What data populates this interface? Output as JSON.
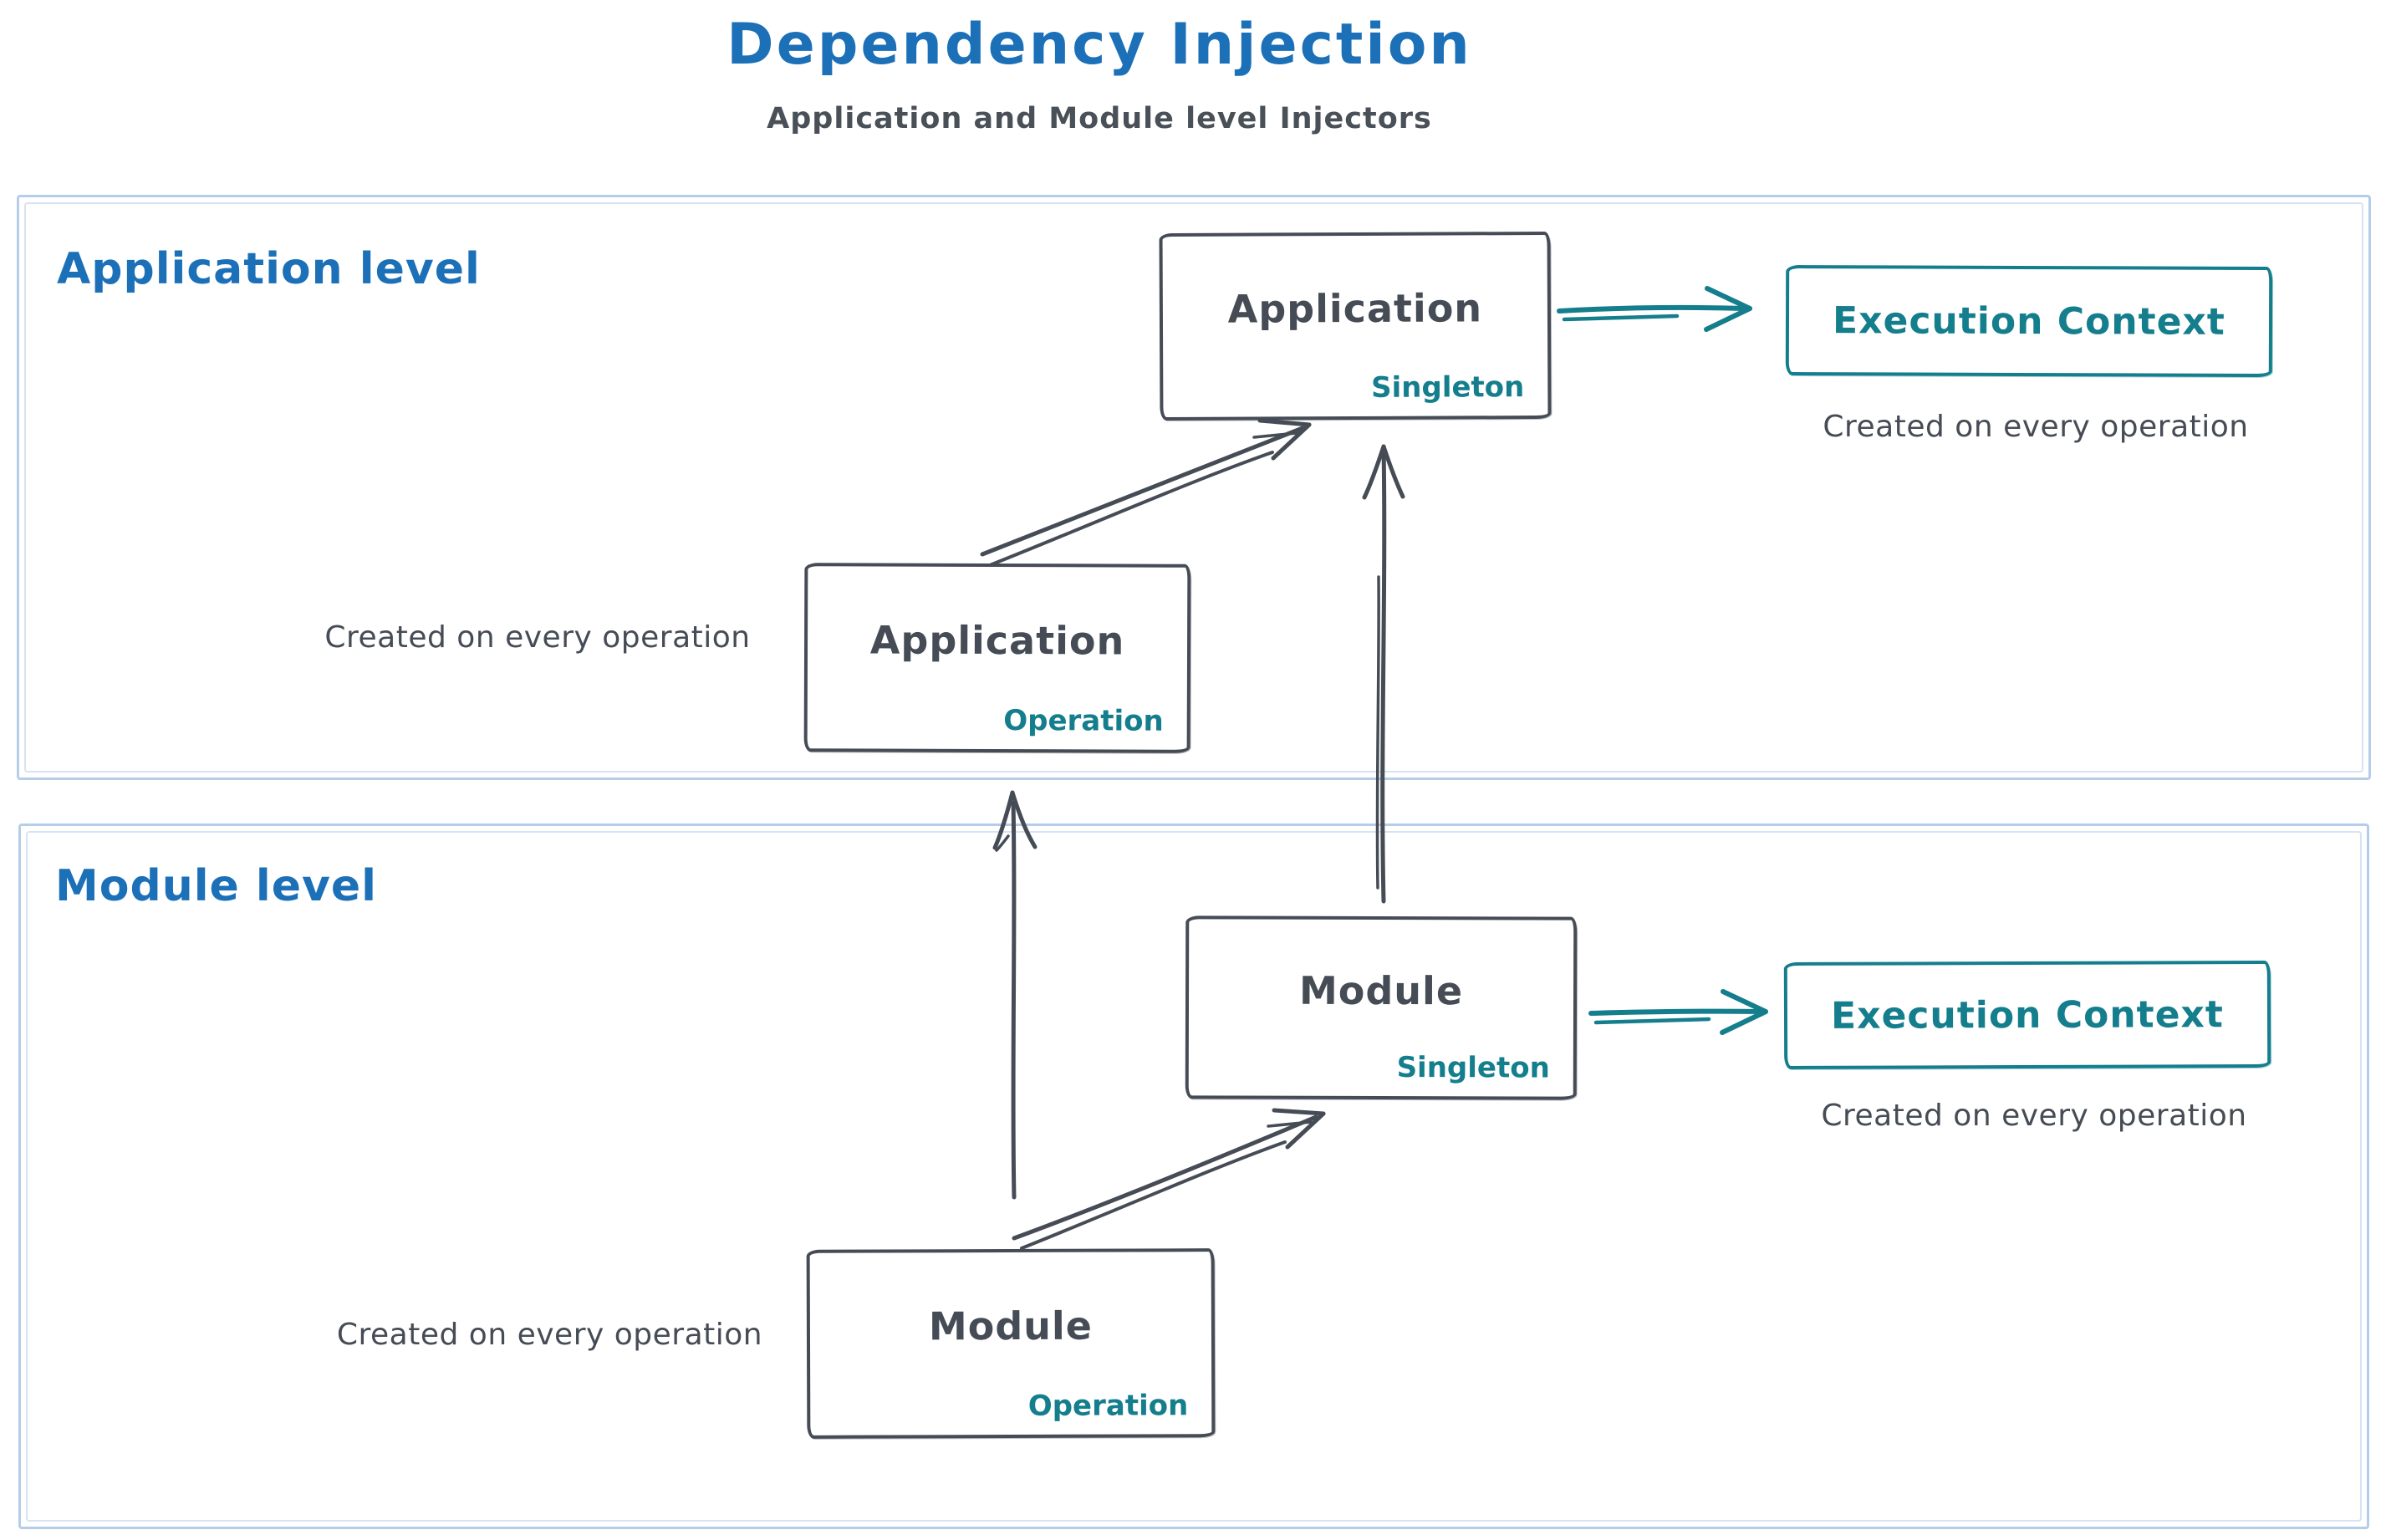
{
  "title": "Dependency Injection",
  "subtitle": "Application and Module level Injectors",
  "colors": {
    "accent_blue": "#1c70b8",
    "accent_teal": "#147e8d",
    "ink": "#464c55",
    "section_frame": "#b5cde8"
  },
  "sections": {
    "application": {
      "label": "Application level"
    },
    "module": {
      "label": "Module level"
    }
  },
  "nodes": {
    "app_singleton": {
      "label": "Application",
      "scope": "Singleton"
    },
    "app_operation": {
      "label": "Application",
      "scope": "Operation"
    },
    "app_execution_context": {
      "label": "Execution Context"
    },
    "module_singleton": {
      "label": "Module",
      "scope": "Singleton"
    },
    "module_operation": {
      "label": "Module",
      "scope": "Operation"
    },
    "module_execution_context": {
      "label": "Execution Context"
    }
  },
  "captions": {
    "app_operation_note": "Created on every operation",
    "app_execution_context_note": "Created on every operation",
    "module_operation_note": "Created on every operation",
    "module_execution_context_note": "Created on every operation"
  }
}
